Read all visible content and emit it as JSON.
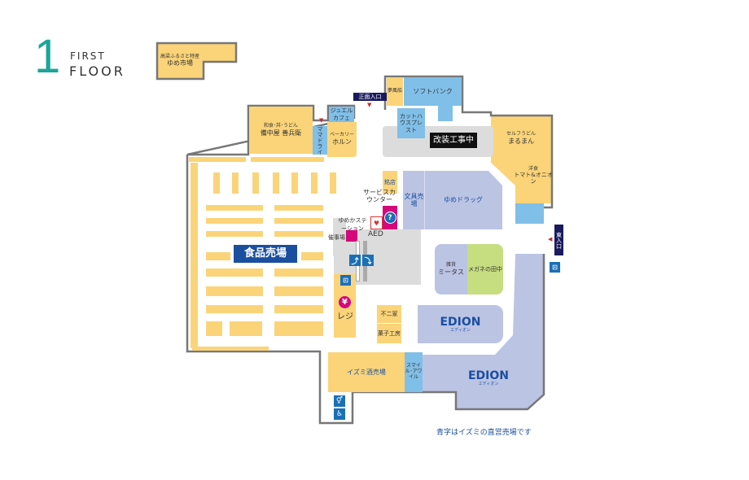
{
  "floor": {
    "number": "1",
    "line1": "FIRST",
    "line2": "FLOOR"
  },
  "colors": {
    "accent": "#1aa59a",
    "store": "#fbd479",
    "izumi": "#80bfe8",
    "izumi_lavender": "#bcc4e4",
    "green": "#c6dd80",
    "wall": "#777777",
    "navy": "#1a1a5e",
    "pink": "#d4087a"
  },
  "shops": {
    "yume_ichiba": {
      "sub": "高梁ふるさと特産",
      "name": "ゆめ市場"
    },
    "bicchuya": {
      "sub": "和食･丼･うどん",
      "name": "備中屋 善兵衛"
    },
    "mama_dry": "ママドライ",
    "jewel_cafe": "ジュエルカフェ",
    "bakery": {
      "sub": "ベーカリー",
      "name": "ホルン"
    },
    "yumefusen": "夢風船",
    "softbank": "ソフトバンク",
    "cut_house": "カットハウスプレスト",
    "renovation": "改装工事中",
    "marumann": {
      "sub": "セルフうどん",
      "name": "まるまん"
    },
    "tomato": {
      "sub": "洋食",
      "name": "トマト&オニオン"
    },
    "meiten": "銘店",
    "stationery": "文具売場",
    "yume_drug": "ゆめドラッグ",
    "service_counter": "サービスカウンター",
    "yumeka_station": "ゆめかステーション",
    "event": "催事場",
    "aed": "AED",
    "food": "食品売場",
    "register": "レジ",
    "fujiya": "不二家",
    "kashi": "菓子工房",
    "mitasu": {
      "sub": "雑貨",
      "name": "ミータス"
    },
    "megane": "メガネの田中",
    "edion_small": "EDION",
    "edion_big": "EDION",
    "edion_kana": "エディオン",
    "sake": "イズミ酒売場",
    "smile": "スマイル･アワイル"
  },
  "entrances": {
    "front": "正面入口",
    "east": "東入口"
  },
  "icons": {
    "atm": "atm-icon",
    "yen": "¥",
    "question": "?"
  },
  "footnote": "青字はイズミの直営売場です"
}
